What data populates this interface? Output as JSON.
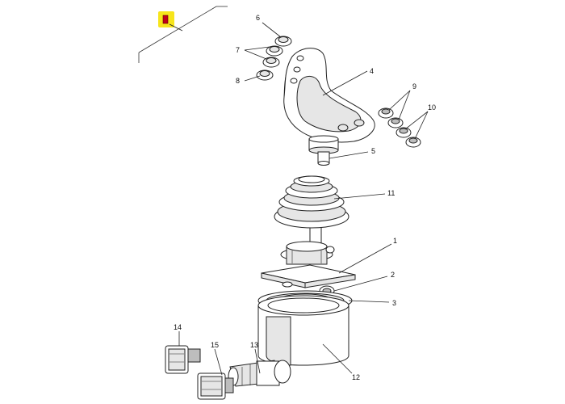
{
  "diagram": {
    "marker_color": "#c0001a",
    "highlight_color": "#f7e51b",
    "callouts": {
      "c1": "1",
      "c2": "2",
      "c3": "3",
      "c4": "4",
      "c5": "5",
      "c6": "6",
      "c7": "7",
      "c8": "8",
      "c9": "9",
      "c10": "10",
      "c11": "11",
      "c12": "12",
      "c13": "13",
      "c14": "14",
      "c15": "15"
    }
  }
}
